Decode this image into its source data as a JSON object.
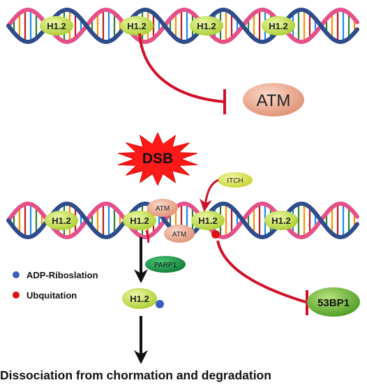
{
  "labels": {
    "histone": "H1.2",
    "atm": "ATM",
    "dsb": "DSB",
    "itch": "ITCH",
    "parp1": "PARP1",
    "bp53": "53BP1",
    "caption": "Dissociation from chormation and degradation"
  },
  "legend": [
    {
      "label": "ADP-Riboslation",
      "color": "#3b5fc0"
    },
    {
      "label": "Ubquitation",
      "color": "#e01010"
    }
  ],
  "colors": {
    "inhibit": "#d0102a",
    "histone": "#c8e650",
    "atm": "#eda68a",
    "itch": "#d8e24a",
    "parp1": "#1aa048",
    "bp53": "#5dae2a",
    "dsb": "#ff1a1a",
    "strand_blue": "#2e4c8c",
    "strand_pink": "#e5508a"
  }
}
